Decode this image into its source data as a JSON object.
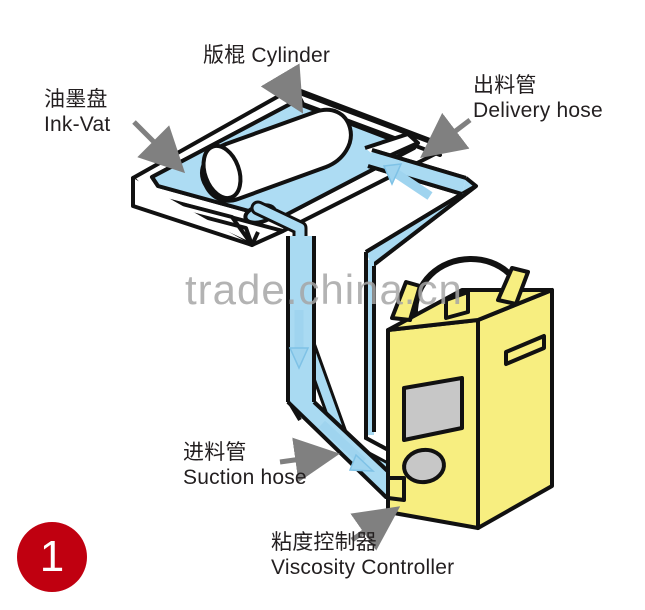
{
  "diagram": {
    "title_badge": "1",
    "watermark": "trade.china.cn",
    "colors": {
      "ink_blue": "#a9daf2",
      "hose_blue": "#a9daf2",
      "controller_yellow": "#f7ee80",
      "display_gray": "#c7c7c7",
      "outline": "#111111",
      "arrow_gray": "#808080",
      "badge_red": "#c00010",
      "watermark_gray": "#a6a6a6"
    },
    "labels": [
      {
        "id": "ink-vat",
        "cn": "油墨盘",
        "en": "Ink-Vat"
      },
      {
        "id": "cylinder",
        "cn": "版棍 Cylinder",
        "en": ""
      },
      {
        "id": "delivery",
        "cn": "出料管",
        "en": "Delivery hose"
      },
      {
        "id": "suction",
        "cn": "进料管",
        "en": "Suction hose"
      },
      {
        "id": "viscosity",
        "cn": "粘度控制器",
        "en": "Viscosity Controller"
      }
    ],
    "components": {
      "ink_vat": "ink tray containing blue ink",
      "cylinder": "white printing cylinder roller in vat",
      "suction_hose": "hose from vat down to controller inlet",
      "delivery_hose": "hose from controller up to vat",
      "controller": "yellow viscosity controller cabinet with gray display and gray oval button",
      "cable": "black arched cable over controller"
    },
    "flow_arrows": [
      {
        "id": "delivery-flow",
        "direction": "up-left toward ink vat"
      },
      {
        "id": "suction-flow-vertical",
        "direction": "down"
      },
      {
        "id": "suction-flow-diagonal",
        "direction": "down-right toward controller"
      }
    ]
  }
}
